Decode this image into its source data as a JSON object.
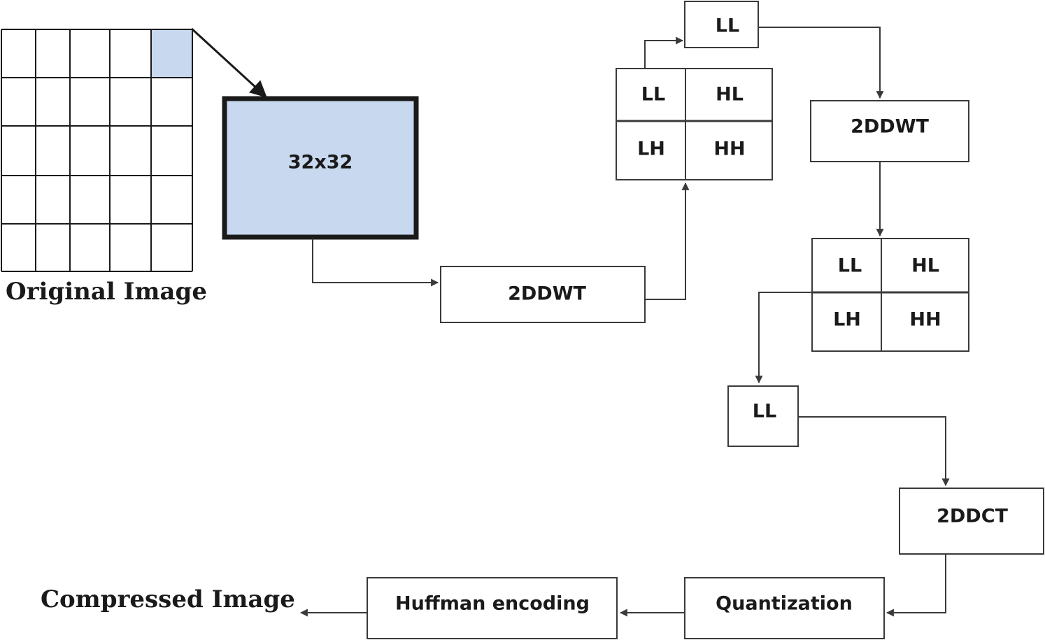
{
  "original_image": {
    "label": "Original Image",
    "grid_rows": 5,
    "grid_cols": 5,
    "highlighted_cell": {
      "row": 0,
      "col": 4
    },
    "highlight_color": "#c8d9ef"
  },
  "block": {
    "label": "32x32",
    "fill_color": "#c8d9ef"
  },
  "dwt_first": {
    "label": "2DDWT"
  },
  "subbands_first": {
    "ll": "LL",
    "hl": "HL",
    "lh": "LH",
    "hh": "HH"
  },
  "ll_first": {
    "label": "LL"
  },
  "dwt_second": {
    "label": "2DDWT"
  },
  "subbands_second": {
    "ll": "LL",
    "hl": "HL",
    "lh": "LH",
    "hh": "HH"
  },
  "ll_second": {
    "label": "LL"
  },
  "dct": {
    "label": "2DDCT"
  },
  "quantization": {
    "label": "Quantization"
  },
  "huffman": {
    "label": "Huffman encoding"
  },
  "output": {
    "label": "Compressed Image"
  }
}
